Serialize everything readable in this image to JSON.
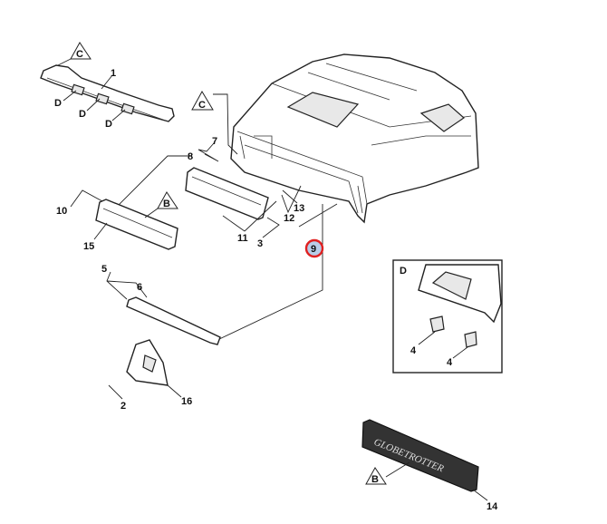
{
  "diagram": {
    "callouts": {
      "c1": "1",
      "c2": "2",
      "c3": "3",
      "c4a": "4",
      "c4b": "4",
      "c5": "5",
      "c6": "6",
      "c7": "7",
      "c8": "8",
      "c9": "9",
      "c10": "10",
      "c11": "11",
      "c12": "12",
      "c13": "13",
      "c14": "14",
      "c15": "15",
      "c16": "16"
    },
    "refs": {
      "c_upper": "C",
      "c_mid": "C",
      "b_mid": "B",
      "b_badge": "B",
      "d1": "D",
      "d2": "D",
      "d3": "D",
      "detail_d": "D"
    },
    "badge_text": "GLOBETROTTER",
    "highlight_color": "#e02020"
  }
}
